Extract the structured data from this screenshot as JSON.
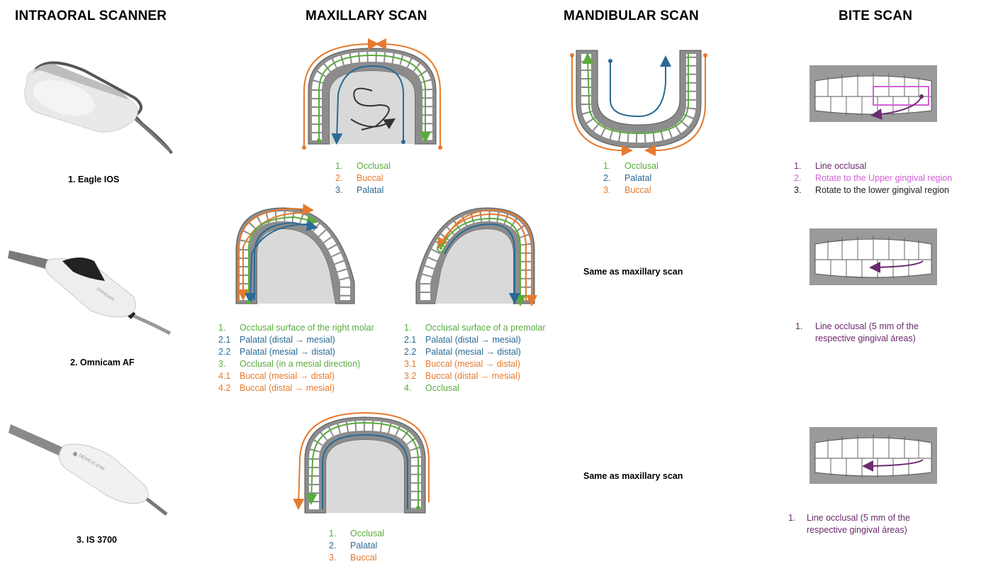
{
  "headers": {
    "scanner": "INTRAORAL SCANNER",
    "maxillary": "MAXILLARY SCAN",
    "mandibular": "MANDIBULAR SCAN",
    "bite": "BITE SCAN"
  },
  "scanners": [
    {
      "label": "1. Eagle IOS"
    },
    {
      "label": "2. Omnicam AF"
    },
    {
      "label": "3. IS 3700"
    }
  ],
  "scanner_texts": {
    "omnicam": "omnicam",
    "dexis": "DEXIS IS 3700"
  },
  "maxillary_1": [
    {
      "num": "1.",
      "text": "Occlusal",
      "color": "#5aac3c"
    },
    {
      "num": "2.",
      "text": "Buccal",
      "color": "#e67a2e"
    },
    {
      "num": "3.",
      "text": "Palatal",
      "color": "#2a6a95"
    }
  ],
  "maxillary_2a": [
    {
      "num": "1.",
      "text": "Occlusal surface of the right molar",
      "color": "#5aac3c"
    },
    {
      "num": "2.1",
      "text": "Palatal (distal → mesial)",
      "color": "#2a6a95"
    },
    {
      "num": "2.2",
      "text": "Palatal (mesial → distal)",
      "color": "#2a6a95"
    },
    {
      "num": "3.",
      "text": "Occlusal (in a mesial direction)",
      "color": "#5aac3c"
    },
    {
      "num": "4.1",
      "text": "Buccal (mesial → distal)",
      "color": "#e67a2e"
    },
    {
      "num": "4.2",
      "text": "Buccal (distal → mesial)",
      "color": "#e67a2e"
    }
  ],
  "maxillary_2b": [
    {
      "num": "1.",
      "text": "Occlusal surface of a premolar",
      "color": "#5aac3c"
    },
    {
      "num": "2.1",
      "text": "Palatal (distal → mesial)",
      "color": "#2a6a95"
    },
    {
      "num": "2.2",
      "text": "Palatal (mesial → distal)",
      "color": "#2a6a95"
    },
    {
      "num": "3.1",
      "text": "Buccal (mesial → distal)",
      "color": "#e67a2e"
    },
    {
      "num": "3.2",
      "text": "Buccal (distal → mesial)",
      "color": "#e67a2e"
    },
    {
      "num": "4.",
      "text": "Occlusal",
      "color": "#5aac3c"
    }
  ],
  "maxillary_3": [
    {
      "num": "1.",
      "text": "Occlusal",
      "color": "#5aac3c"
    },
    {
      "num": "2.",
      "text": "Palatal",
      "color": "#2a6a95"
    },
    {
      "num": "3.",
      "text": "Buccal",
      "color": "#e67a2e"
    }
  ],
  "mandibular_1": [
    {
      "num": "1.",
      "text": "Occlusal",
      "color": "#5aac3c"
    },
    {
      "num": "2.",
      "text": "Palatal",
      "color": "#2a6a95"
    },
    {
      "num": "3.",
      "text": "Buccal",
      "color": "#e67a2e"
    }
  ],
  "mandibular_same": "Same as maxillary scan",
  "bite_1": [
    {
      "num": "1.",
      "text": "Line occlusal",
      "color": "#6b2a6e"
    },
    {
      "num": "2.",
      "text": "Rotate to the Upper gingival region",
      "color": "#d360d6"
    },
    {
      "num": "3.",
      "text": "Rotate to the lower gingival region",
      "color": "#222222"
    }
  ],
  "bite_2": {
    "num": "1.",
    "text": "Line occlusal (5 mm of the respective gingival áreas)"
  },
  "colors": {
    "occlusal": "#5aac3c",
    "buccal": "#e67a2e",
    "palatal": "#2a6a95",
    "bite_line": "#6b2a6e",
    "bite_rotate": "#d360d6",
    "gum": "#8c8c8c",
    "palate": "#d9d9d9"
  }
}
